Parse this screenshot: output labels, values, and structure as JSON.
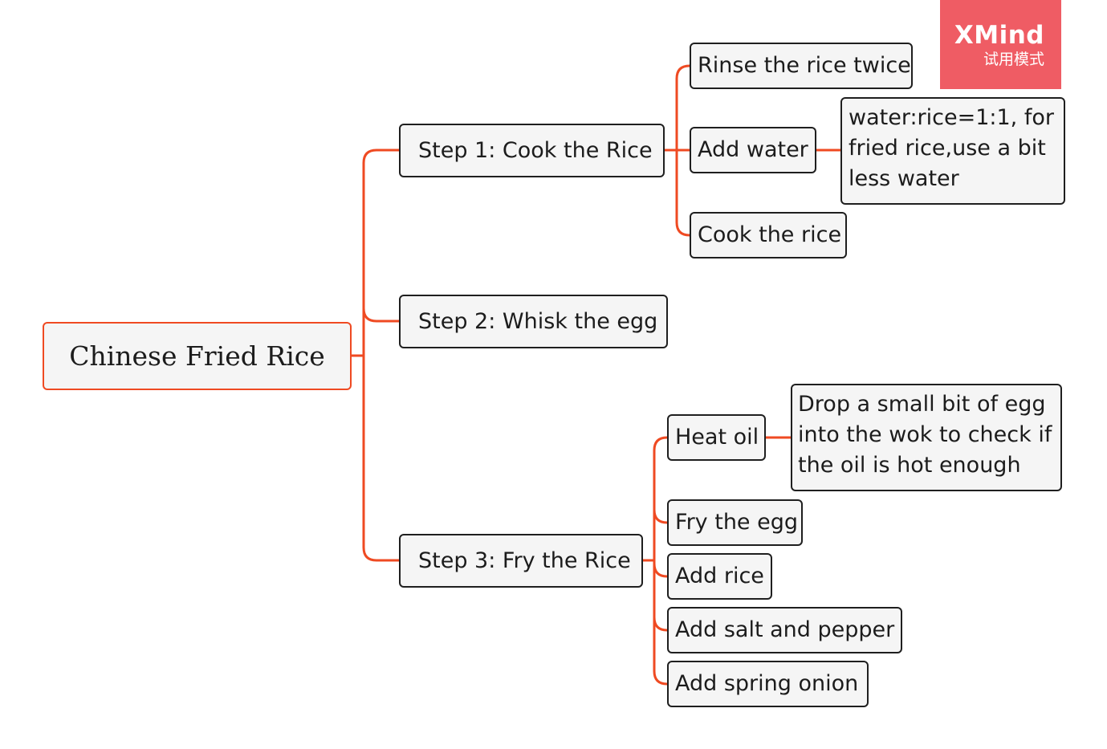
{
  "diagram": {
    "root": "Chinese Fried Rice",
    "branches": [
      {
        "label": "Step 1: Cook the Rice",
        "children": [
          {
            "label": "Rinse the rice twice"
          },
          {
            "label": "Add water",
            "note": "water:rice=1:1, for fried rice,use a bit less water"
          },
          {
            "label": "Cook the rice"
          }
        ]
      },
      {
        "label": "Step 2: Whisk the egg",
        "children": []
      },
      {
        "label": "Step 3: Fry the Rice",
        "children": [
          {
            "label": "Heat oil",
            "note": "Drop a small bit of egg into the wok to check if the oil is hot enough"
          },
          {
            "label": "Fry the egg"
          },
          {
            "label": "Add rice"
          },
          {
            "label": "Add salt and pepper"
          },
          {
            "label": "Add spring onion"
          }
        ]
      }
    ]
  },
  "watermark": {
    "brand": "XMind",
    "mode": "试用模式"
  },
  "colors": {
    "connector": "#ef4a22",
    "root_border": "#ef4a22",
    "node_border": "#1f1f1f",
    "node_fill": "#f5f5f5",
    "watermark_bg": "#ef5c64"
  }
}
